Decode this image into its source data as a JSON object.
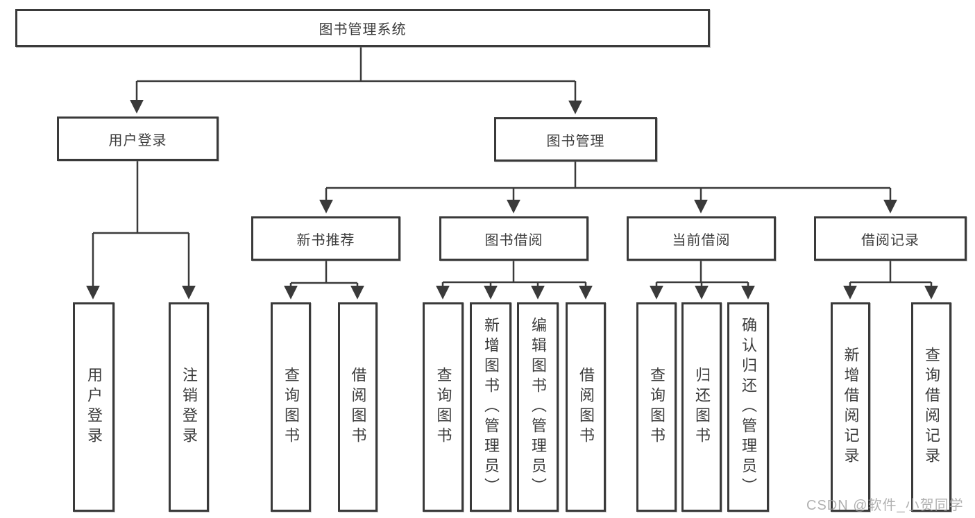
{
  "diagram": {
    "root": {
      "label": "图书管理系统"
    },
    "user_branch": {
      "label": "用户登录",
      "children": [
        {
          "label": "用户登录"
        },
        {
          "label": "注销登录"
        }
      ]
    },
    "book_branch": {
      "label": "图书管理",
      "groups": [
        {
          "label": "新书推荐",
          "children": [
            {
              "label": "查询图书"
            },
            {
              "label": "借阅图书"
            }
          ]
        },
        {
          "label": "图书借阅",
          "children": [
            {
              "label": "查询图书"
            },
            {
              "label": "新增图书（管理员）"
            },
            {
              "label": "编辑图书（管理员）"
            },
            {
              "label": "借阅图书"
            }
          ]
        },
        {
          "label": "当前借阅",
          "children": [
            {
              "label": "查询图书"
            },
            {
              "label": "归还图书"
            },
            {
              "label": "确认归还（管理员）"
            }
          ]
        },
        {
          "label": "借阅记录",
          "children": [
            {
              "label": "新增借阅记录"
            },
            {
              "label": "查询借阅记录"
            }
          ]
        }
      ]
    },
    "watermark": "CSDN @软件_小贺同学"
  },
  "colors": {
    "line": "#3a3a3a",
    "box_border": "#3a3a3a",
    "text": "#3c3c3c",
    "watermark": "#9e9e9e",
    "background": "#ffffff"
  }
}
